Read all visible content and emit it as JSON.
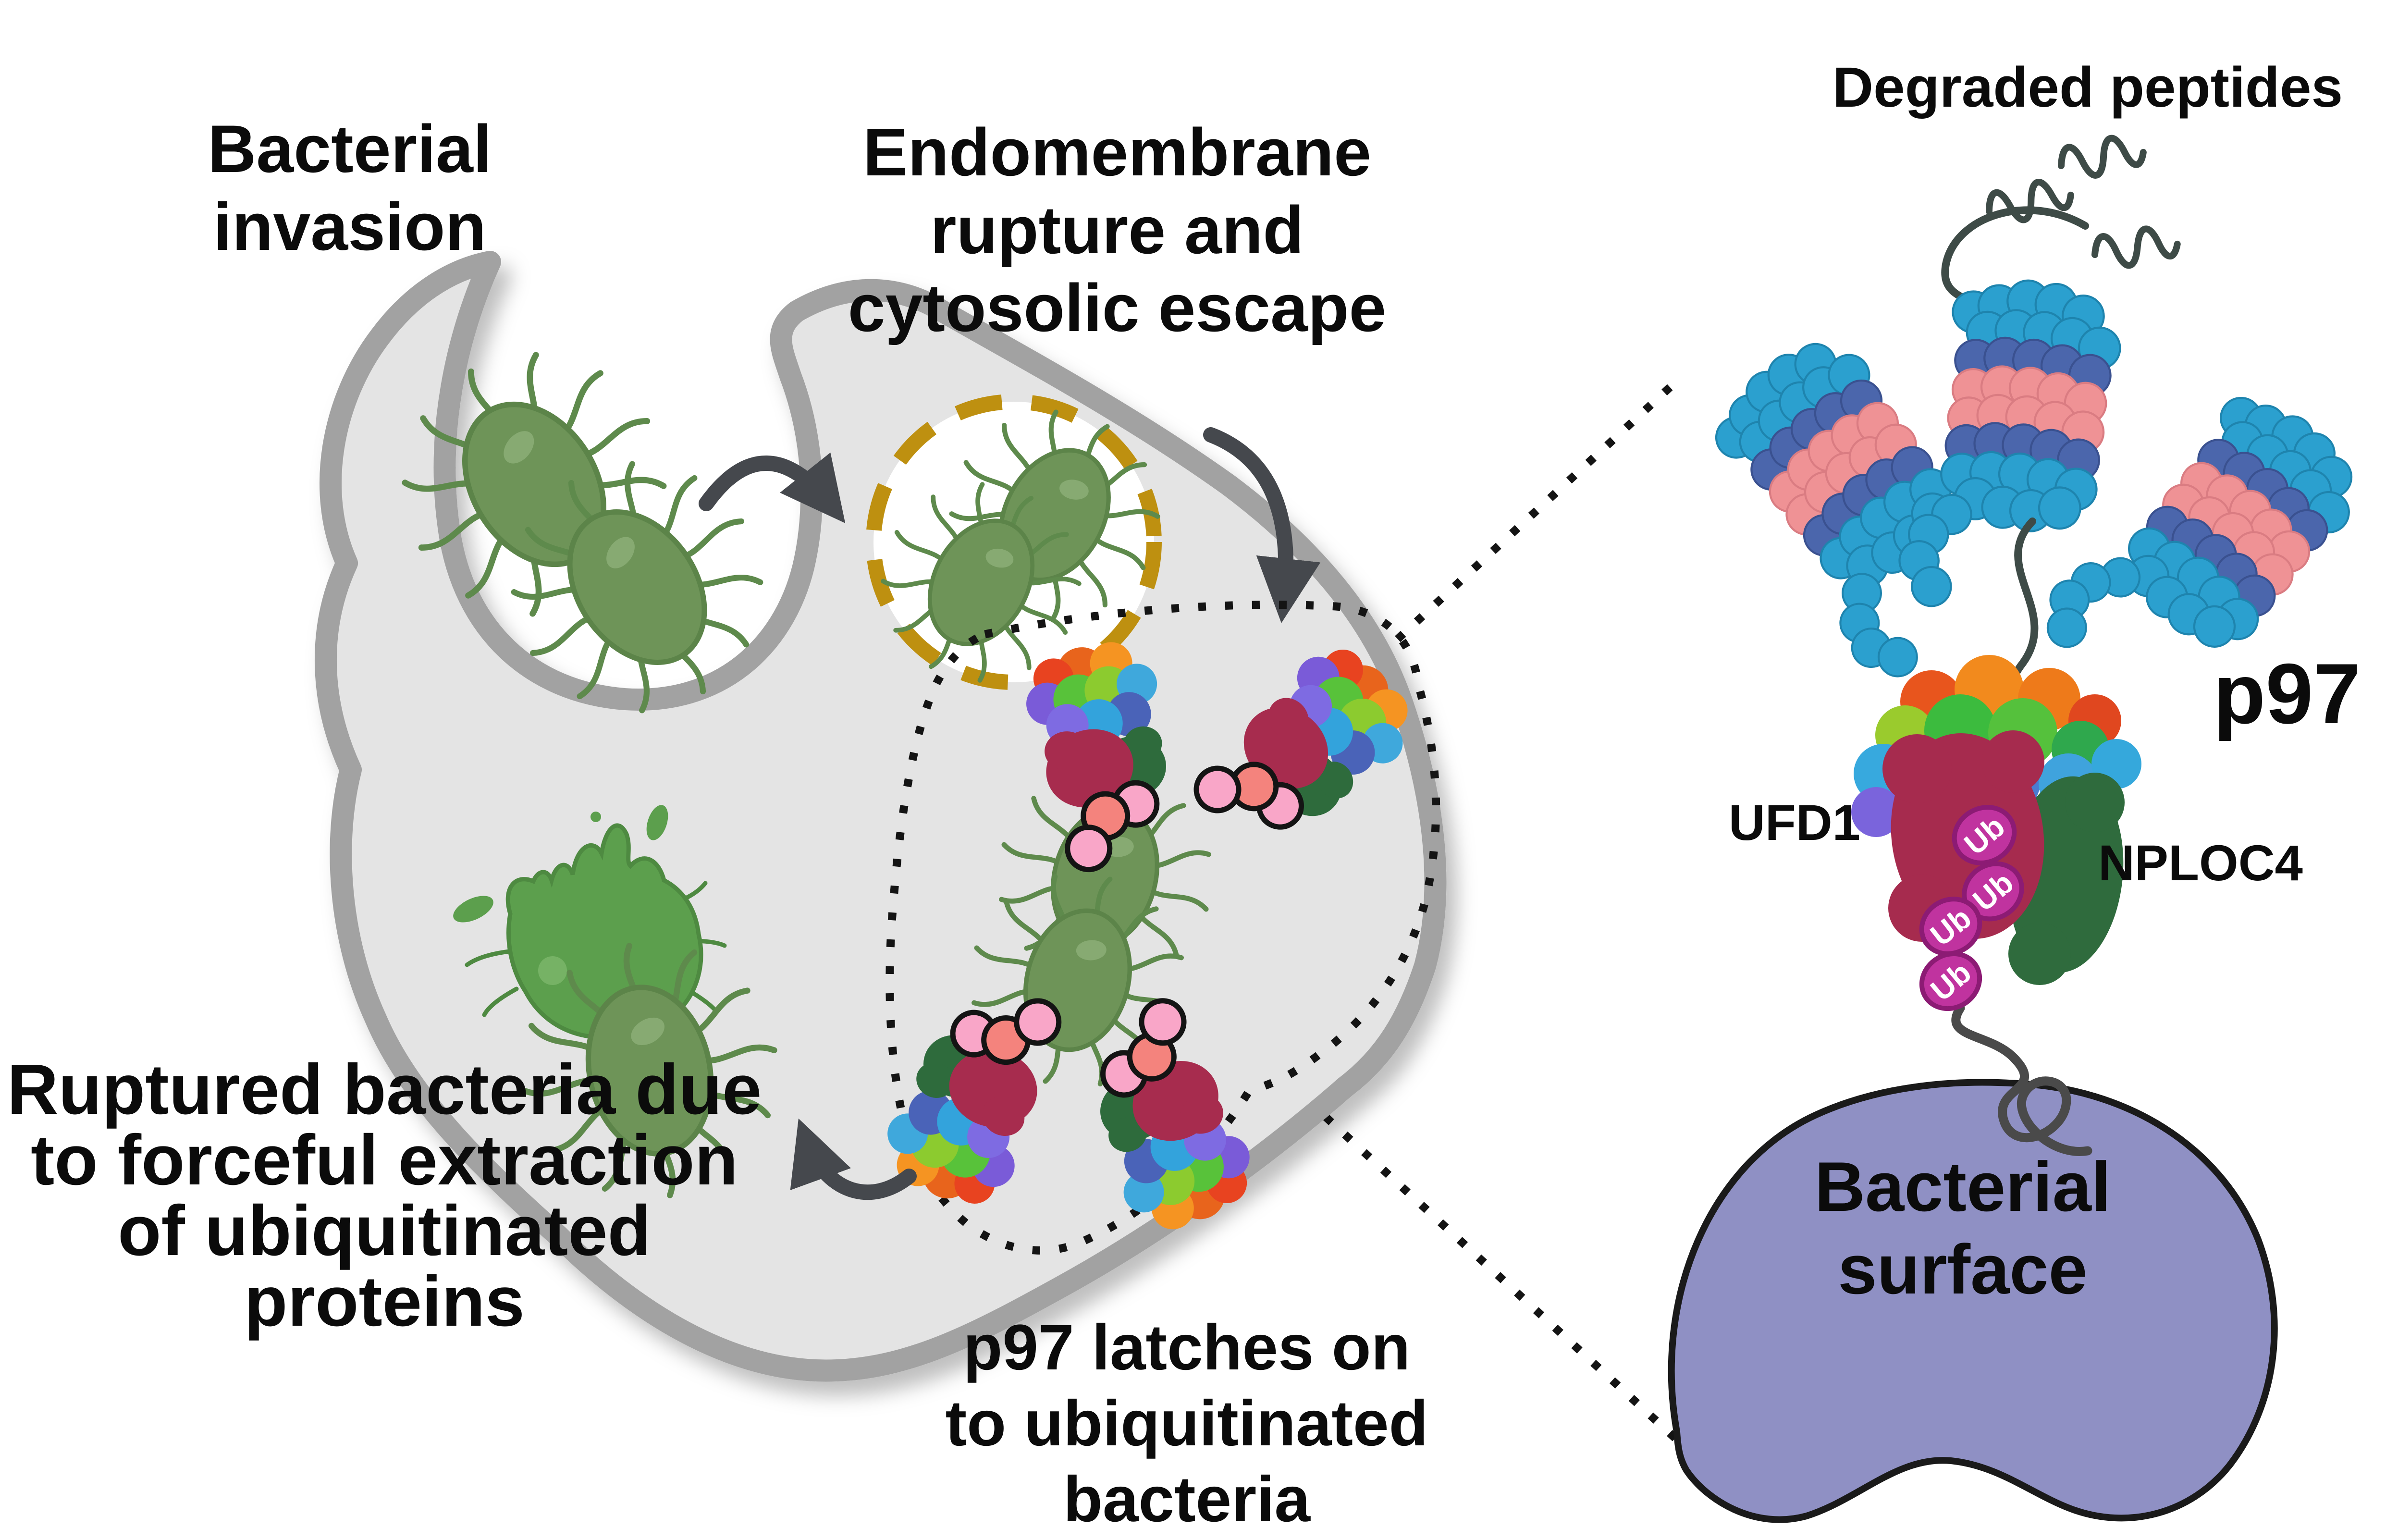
{
  "diagram": {
    "step_labels": {
      "bacterial_invasion": {
        "lines": [
          "Bacterial",
          "invasion"
        ]
      },
      "endomembrane_escape": {
        "lines": [
          "Endomembrane",
          "rupture and",
          "cytosolic escape"
        ]
      },
      "p97_latches": {
        "lines": [
          "p97 latches on",
          "to ubiquitinated",
          "bacteria"
        ]
      },
      "ruptured_bacteria": {
        "lines": [
          "Ruptured bacteria due",
          "to forceful extraction",
          "of ubiquitinated",
          "proteins"
        ]
      }
    },
    "detail_labels": {
      "degraded_peptides": "Degraded peptides",
      "p97": "p97",
      "ufd1": "UFD1",
      "nploc4": "NPLOC4",
      "ub": "Ub",
      "bacterial_surface": {
        "lines": [
          "Bacterial",
          "surface"
        ]
      }
    },
    "colors": {
      "red_text": "#C00D12",
      "p97_label_red": "#FB0C0C",
      "host_cell_fill": "#E4E4E4",
      "membrane_gray": "#A2A2A2",
      "bacteria_green": "#6E9458",
      "endosome_dash_gold": "#BE9010",
      "arrow_dark_gray": "#45484D",
      "ufd1_maroon": "#A62B4E",
      "nploc4_green": "#2F6B3D",
      "ubiquitin_magenta": "#C0339F",
      "ubiquitin_salmon": "#F4837D",
      "ubiquitin_pink": "#F9A6C8",
      "proteasome_cyan": "#2BA0CF",
      "proteasome_blue": "#4B66AC",
      "proteasome_pink": "#EF9295",
      "bacterial_surface_purple": "#8F90C4",
      "peptide_thread": "#3E4B47"
    }
  }
}
